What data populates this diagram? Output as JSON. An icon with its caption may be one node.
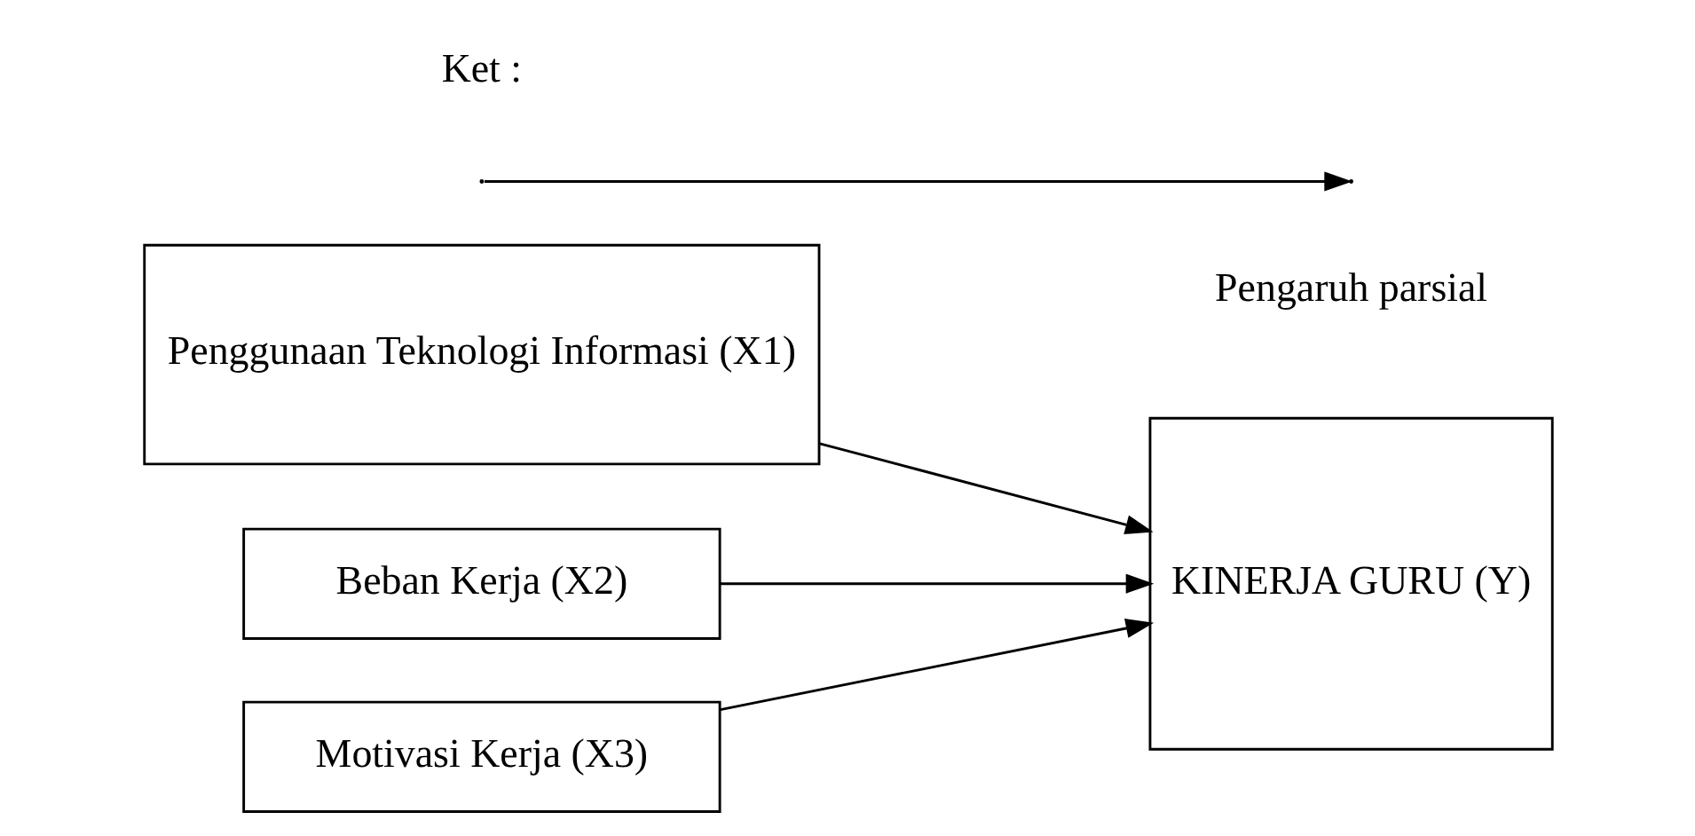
{
  "diagram": {
    "nodes": [
      {
        "text": [
          "Penggunaan Teknologi Informasi (X1)"
        ]
      },
      {
        "text": [
          "Beban Kerja (X2)"
        ]
      },
      {
        "text": [
          "Motivasi Kerja (X3)"
        ]
      },
      {
        "text": [
          "KINERJA GURU (Y)"
        ]
      }
    ],
    "edges": [
      {
        "from": 0,
        "to": 3,
        "arrow": "to"
      },
      {
        "from": 1,
        "to": 3,
        "arrow": "to"
      },
      {
        "from": 2,
        "to": 3,
        "arrow": "to"
      }
    ],
    "labels": [
      "Ket :"
    ],
    "legend": [
      {
        "text": "Pengaruh parsial"
      }
    ]
  }
}
